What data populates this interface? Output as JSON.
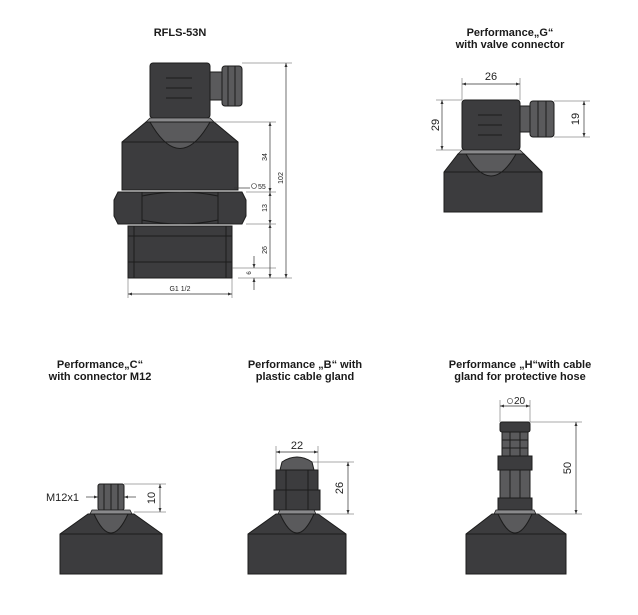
{
  "titles": {
    "main": "RFLS-53N",
    "g": [
      "Performance„G“",
      "with valve connector"
    ],
    "c": [
      "Performance„C“",
      "with connector M12"
    ],
    "b": [
      "Performance „B“ with",
      "plastic cable gland"
    ],
    "h": [
      "Performance „H“with cable",
      "gland for protective hose"
    ]
  },
  "dims": {
    "main": {
      "d34": "34",
      "d13": "13",
      "d26": "26",
      "d6": "6",
      "d102": "102",
      "sw": "55",
      "thread": "G1 1/2"
    },
    "g": {
      "width": "26",
      "height": "29",
      "connector": "19"
    },
    "c": {
      "thread": "M12x1",
      "height": "10"
    },
    "b": {
      "width": "22",
      "height": "26"
    },
    "h": {
      "diameter": "20",
      "height": "50"
    }
  },
  "colors": {
    "body": "#3c3c3e",
    "mid": "#5a5a5c",
    "light": "#8a8a8c"
  }
}
